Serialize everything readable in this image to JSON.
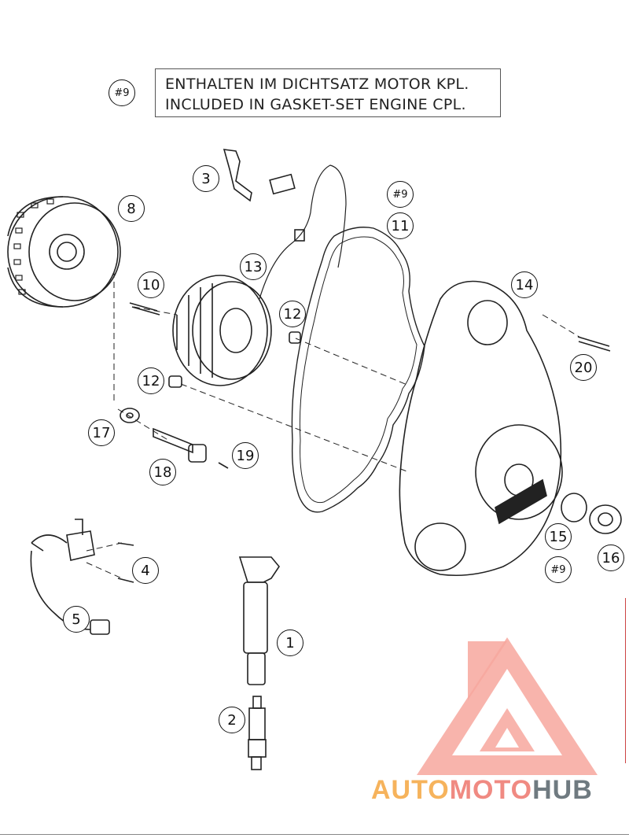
{
  "note": {
    "ref": "#9",
    "line1": "ENTHALTEN IM DICHTSATZ MOTOR KPL.",
    "line2": "INCLUDED IN GASKET-SET ENGINE CPL."
  },
  "callouts": {
    "c1": "1",
    "c2": "2",
    "c3": "3",
    "c4": "4",
    "c5": "5",
    "c8": "8",
    "c10": "10",
    "c11": "11",
    "c12a": "12",
    "c12b": "12",
    "c13": "13",
    "c14": "14",
    "c15": "15",
    "c16": "16",
    "c17": "17",
    "c18": "18",
    "c19": "19",
    "c20": "20"
  },
  "refs": {
    "r11": "#9",
    "r15": "#9"
  },
  "brand": {
    "part1": "AUTO",
    "part2": "MOTO",
    "part3": "HUB"
  },
  "colors": {
    "line": "#222222",
    "brand_orange": "#f6b35c",
    "brand_pink": "#f08a82",
    "brand_gray": "#6f7a80",
    "logo_red": "#f28b80"
  }
}
